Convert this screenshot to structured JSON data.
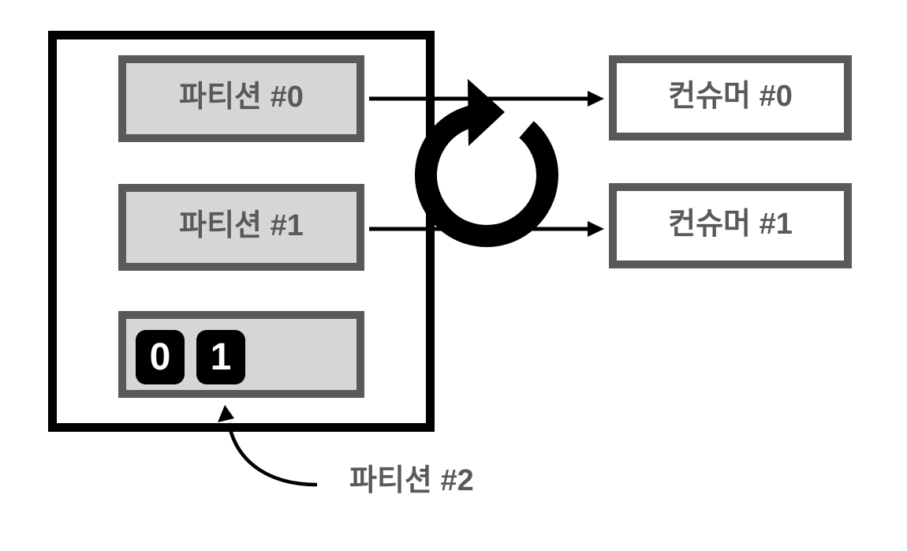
{
  "diagram": {
    "partitions": [
      {
        "label": "파티션 #0"
      },
      {
        "label": "파티션 #1"
      },
      {
        "label": "파티션 #2",
        "records": [
          {
            "value": "0"
          },
          {
            "value": "1"
          }
        ]
      }
    ],
    "consumers": [
      {
        "label": "컨슈머 #0"
      },
      {
        "label": "컨슈머 #1"
      }
    ],
    "icons": {
      "rebalance": "clockwise-rotation-arrow",
      "assignment": "right-arrow",
      "annotation": "curved-up-arrow"
    },
    "colors": {
      "background": "#ffffff",
      "topic_box_border": "#000000",
      "partition_fill": "#d6d6d6",
      "box_border": "#595959",
      "label_text": "#595959",
      "consumer_fill": "#ffffff",
      "arrow": "#000000",
      "record_chip_bg": "#000000",
      "record_chip_text": "#ffffff"
    }
  }
}
